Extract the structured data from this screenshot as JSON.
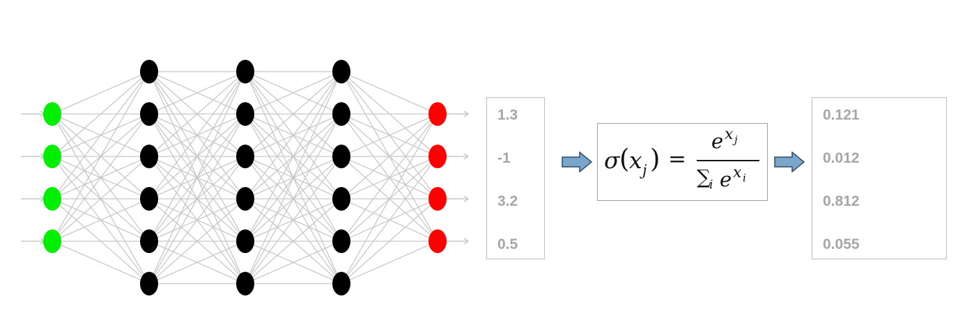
{
  "network": {
    "layers": [
      {
        "name": "input",
        "count": 4,
        "color": "#00ee00"
      },
      {
        "name": "hidden-1",
        "count": 6,
        "color": "#000000"
      },
      {
        "name": "hidden-2",
        "count": 6,
        "color": "#000000"
      },
      {
        "name": "hidden-3",
        "count": 6,
        "color": "#000000"
      },
      {
        "name": "output",
        "count": 4,
        "color": "#ff0000"
      }
    ],
    "edge_color": "#c8c8c8"
  },
  "logits": {
    "values": [
      "1.3",
      "-1",
      "3.2",
      "0.5"
    ]
  },
  "formula": {
    "sigma": "σ",
    "open_paren": "(",
    "x": "x",
    "x_sub": "j",
    "close_paren": ")",
    "equals": "=",
    "numerator_base": "e",
    "numerator_exp": "x",
    "numerator_exp_sub": "j",
    "sum_symbol": "∑",
    "sum_sub": "i",
    "denominator_base": "e",
    "denominator_exp": "x",
    "denominator_exp_sub": "i"
  },
  "probabilities": {
    "values": [
      "0.121",
      "0.012",
      "0.812",
      "0.055"
    ]
  },
  "arrow_color": "#7aa6cc"
}
